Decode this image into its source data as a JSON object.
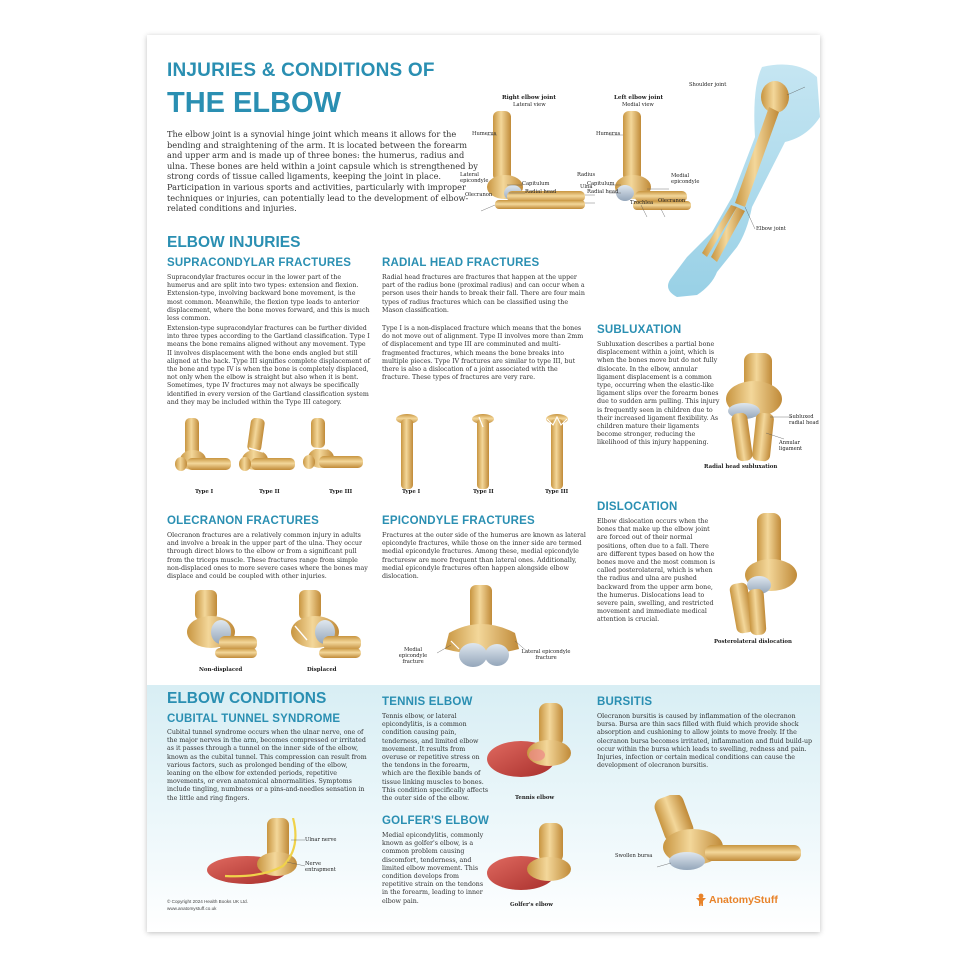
{
  "title": {
    "line1": "INJURIES & CONDITIONS OF",
    "line2": "THE ELBOW"
  },
  "intro": "The elbow joint is a synovial hinge joint which means it allows for the bending and straightening of the arm. It is located between the forearm and upper arm and is made up of three bones: the humerus, radius and ulna. These bones are held within a joint capsule which is strengthened by strong cords of tissue called ligaments, keeping the joint in place. Participation in various sports and activities, particularly with improper techniques or injuries, can potentially lead to the development of elbow-related conditions and injuries.",
  "anatomy": {
    "right": {
      "title": "Right elbow joint",
      "view": "Lateral view"
    },
    "left": {
      "title": "Left elbow joint",
      "view": "Medial view"
    },
    "labels": {
      "humerus": "Humerus",
      "capitulum": "Capitulum",
      "radial_head": "Radial head",
      "lateral_epicondyle": "Lateral epicondyle",
      "radius": "Radius",
      "ulna": "Ulna",
      "olecranon": "Olecranon",
      "medial_epicondyle": "Medial epicondyle",
      "trochlea": "Trochlea",
      "shoulder_joint": "Shoulder joint",
      "elbow_joint": "Elbow joint"
    }
  },
  "injuries": {
    "heading": "ELBOW INJURIES",
    "supracondylar": {
      "title": "SUPRACONDYLAR FRACTURES",
      "p1": "Supracondylar fractures occur in the lower part of the humerus and are split into two types: extension and flexion. Extension-type, involving backward bone movement, is the most common. Meanwhile, the flexion type leads to anterior displacement, where the bone moves forward, and this is much less common.",
      "p2": "Extension-type supracondylar fractures can be further divided into three types according to the Gartland classification. Type I means the bone remains aligned without any movement. Type II involves displacement with the bone ends angled but still aligned at the back. Type III signifies complete displacement of the bone and type IV is when the bone is completely displaced, not only when the elbow is straight but also when it is bent. Sometimes, type IV fractures may not always be specifically identified in every version of the Gartland classification system and they may be included within the Type III category.",
      "types": [
        "Type I",
        "Type II",
        "Type III"
      ]
    },
    "radial_head": {
      "title": "RADIAL HEAD FRACTURES",
      "p1": "Radial head fractures are fractures that happen at the upper part of the radius bone (proximal radius) and can occur when a person uses their hands to break their fall. There are four main types of radius fractures which can be classified using the Mason classification.",
      "p2": "Type I is a non-displaced fracture which means that the bones do not move out of alignment. Type II involves more than 2mm of displacement and type III are comminuted and multi-fragmented fractures, which means the bone breaks into multiple pieces. Type IV fractures are similar to type III, but there is also a dislocation of a joint associated with the fracture. These types of fractures are very rare.",
      "types": [
        "Type I",
        "Type II",
        "Type III"
      ]
    },
    "subluxation": {
      "title": "SUBLUXATION",
      "p1": "Subluxation describes a partial bone displacement within a joint, which is when the bones move but do not fully dislocate. In the elbow, annular ligament displacement is a common type, occurring when the elastic-like ligament slips over the forearm bones due to sudden arm pulling. This injury is frequently seen in children due to their increased ligament flexibility. As children mature their ligaments become stronger, reducing the likelihood of this injury happening.",
      "label_radial": "Subluxed radial head",
      "label_ligament": "Annular ligament",
      "caption": "Radial head subluxation"
    },
    "olecranon": {
      "title": "OLECRANON FRACTURES",
      "p1": "Olecranon fractures are a relatively common injury in adults and involve a break in the upper part of the ulna. They occur through direct blows to the elbow or from a significant pull from the triceps muscle. These fractures range from simple non-displaced ones to more severe cases where the bones may displace and could be coupled with other injuries.",
      "captions": [
        "Non-displaced",
        "Displaced"
      ]
    },
    "epicondyle": {
      "title": "EPICONDYLE FRACTURES",
      "p1": "Fractures at the outer side of the humerus are known as lateral epicondyle fractures, while those on the inner side are termed medial epicondyle fractures. Among these, medial epicondyle fracturesw are more frequent than lateral ones. Additionally, medial epicondyle fractures often happen alongside elbow dislocation.",
      "label_medial": "Medial epicondyle fracture",
      "label_lateral": "Lateral epicondyle fracture"
    },
    "dislocation": {
      "title": "DISLOCATION",
      "p1": "Elbow dislocation occurs when the bones that make up the elbow joint are forced out of their normal positions, often due to a fall. There are different types based on how the bones move and the most common is called posterolateral, which is when the radius and ulna are pushed backward from the upper arm bone, the humerus. Dislocations lead to severe pain, swelling, and restricted movement and immediate medical attention is crucial.",
      "caption": "Posterolateral dislocation"
    }
  },
  "conditions": {
    "heading": "ELBOW CONDITIONS",
    "cubital": {
      "title": "CUBITAL TUNNEL SYNDROME",
      "p1": "Cubital tunnel syndrome occurs when the ulnar nerve, one of the major nerves in the arm, becomes compressed or irritated as it passes through a tunnel on the inner side of the elbow, known as the cubital tunnel. This compression can result from various factors, such as prolonged bending of the elbow, leaning on the elbow for extended periods, repetitive movements, or even anatomical abnormalities. Symptoms include tingling, numbness or a pins-and-needles sensation in the little and ring fingers.",
      "label_nerve": "Ulnar nerve",
      "label_entrap": "Nerve entrapment"
    },
    "tennis": {
      "title": "TENNIS ELBOW",
      "p1": "Tennis elbow, or lateral epicondylitis, is a common condition causing pain, tenderness, and limited elbow movement. It results from overuse or repetitive stress on the tendons in the forearm, which are the flexible bands of tissue linking muscles to bones. This condition specifically affects the outer side of the elbow.",
      "caption": "Tennis elbow"
    },
    "golfers": {
      "title": "GOLFER'S ELBOW",
      "p1": "Medial epicondylitis, commonly known as golfer's elbow, is a common problem causing discomfort, tenderness, and limited elbow movement. This condition develops from repetitive strain on the tendons in the forearm, leading to inner elbow pain.",
      "caption": "Golfer's elbow"
    },
    "bursitis": {
      "title": "BURSITIS",
      "p1": "Olecranon bursitis is caused by inflammation of the olecranon bursa. Bursa are thin sacs filled with fluid which provide shock absorption and cushioning to allow joints to move freely. If the olecranon bursa becomes irritated, inflammation and fluid build-up occur within the bursa which leads to swelling, redness and pain. Injuries, infection or certain medical conditions can cause the development of olecranon bursitis.",
      "label": "Swollen bursa"
    }
  },
  "footer": {
    "copyright": "© Copyright 2024 Health Books UK Ltd.",
    "url": "www.anatomystuff.co.uk",
    "logo": "AnatomyStuff"
  },
  "colors": {
    "heading": "#2a8fb2",
    "bone": "#e2b86a",
    "cartilage": "#b9c7d6",
    "muscle": "#c9433f",
    "logo": "#e8832a",
    "arm": "#a8d8ec"
  }
}
